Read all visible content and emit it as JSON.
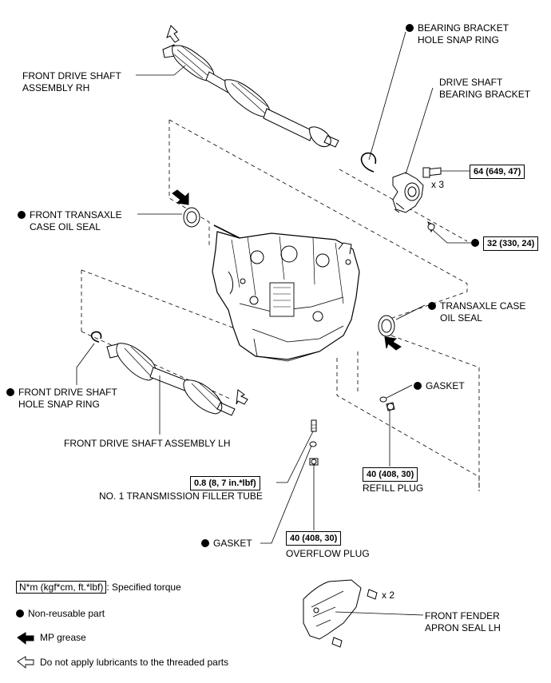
{
  "labels": {
    "front_drive_shaft_rh": [
      "FRONT DRIVE SHAFT",
      "ASSEMBLY RH"
    ],
    "bearing_bracket_snap_ring": [
      "BEARING BRACKET",
      "HOLE SNAP RING"
    ],
    "drive_shaft_bearing_bracket": [
      "DRIVE SHAFT",
      "BEARING BRACKET"
    ],
    "front_transaxle_oil_seal": [
      "FRONT TRANSAXLE",
      "CASE OIL SEAL"
    ],
    "transaxle_case_oil_seal": [
      "TRANSAXLE CASE",
      "OIL SEAL"
    ],
    "gasket_right": "GASKET",
    "front_drive_shaft_snap_ring": [
      "FRONT DRIVE SHAFT",
      "HOLE SNAP RING"
    ],
    "front_drive_shaft_lh": "FRONT DRIVE SHAFT ASSEMBLY LH",
    "refill_plug": "REFILL PLUG",
    "filler_tube": "NO. 1 TRANSMISSION FILLER TUBE",
    "gasket_bottom": "GASKET",
    "overflow_plug": "OVERFLOW PLUG",
    "front_fender_apron_seal": [
      "FRONT FENDER",
      "APRON SEAL LH"
    ]
  },
  "torques": {
    "bracket_bolt": "64 (649, 47)",
    "bracket_nut": "32 (330, 24)",
    "refill_plug": "40 (408, 30)",
    "filler_tube": "0.8 (8, 7 in.*lbf)",
    "overflow_plug": "40 (408, 30)"
  },
  "quantities": {
    "bracket_bolt": "x 3",
    "apron_clip": "x 2"
  },
  "legend": {
    "torque_box": "N*m (kgf*cm, ft.*lbf)",
    "torque_desc": ": Specified torque",
    "non_reusable": "Non-reusable part",
    "mp_grease": "MP grease",
    "no_lubricant": "Do not apply lubricants to the threaded parts"
  }
}
